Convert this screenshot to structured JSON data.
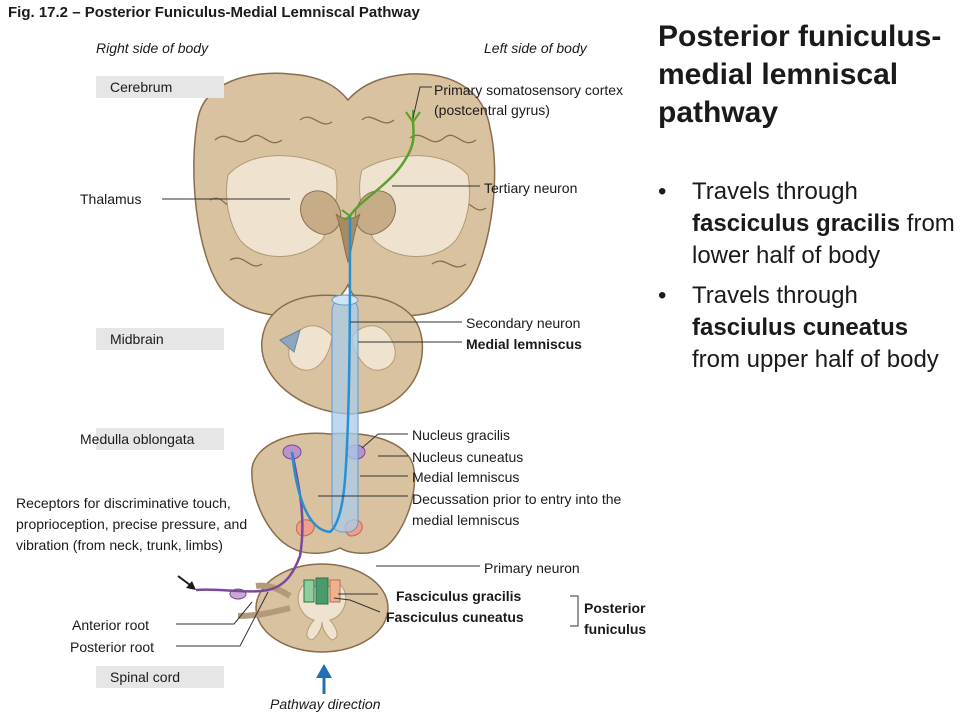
{
  "figure_title": "Fig. 17.2 – Posterior Funiculus-Medial Lemniscal Pathway",
  "side_labels": {
    "right": "Right side of body",
    "left": "Left side of body"
  },
  "regions": {
    "cerebrum": "Cerebrum",
    "midbrain": "Midbrain",
    "medulla": "Medulla oblongata",
    "spinal_cord": "Spinal cord"
  },
  "labels": {
    "thalamus": "Thalamus",
    "somatosensory_cortex": "Primary somatosensory cortex (postcentral gyrus)",
    "tertiary_neuron": "Tertiary neuron",
    "secondary_neuron": "Secondary neuron",
    "medial_lemniscus_midbrain": "Medial lemniscus",
    "nucleus_gracilis": "Nucleus gracilis",
    "nucleus_cuneatus": "Nucleus cuneatus",
    "medial_lemniscus_medulla": "Medial lemniscus",
    "decussation": "Decussation prior to entry into the medial lemniscus",
    "receptors": "Receptors for discriminative touch, proprioception, precise pressure, and vibration (from neck, trunk, limbs)",
    "primary_neuron": "Primary neuron",
    "fasciculus_gracilis": "Fasciculus gracilis",
    "fasciculus_cuneatus": "Fasciculus cuneatus",
    "posterior_funiculus": "Posterior funiculus",
    "anterior_root": "Anterior root",
    "posterior_root": "Posterior root",
    "pathway_direction": "Pathway direction"
  },
  "heading": "Posterior funiculus-medial lemniscal pathway",
  "bullets": [
    {
      "pre": "Travels through ",
      "bold": "fasciculus gracilis",
      "post": " from lower half of body"
    },
    {
      "pre": "Travels through ",
      "bold": "fasciulus cuneatus",
      "post": " from upper half of body"
    }
  ],
  "bullet_symbol": "•",
  "colors": {
    "tissue": "#d9c2a0",
    "gray_matter": "#efe3cf",
    "outline": "#8a6e4c",
    "primary_neuron": "#7a4a9a",
    "secondary_neuron": "#2a8fd0",
    "tertiary_neuron": "#5aa02c",
    "lemniscus_tube": "#a9cbea",
    "arrow": "#1f6fb5"
  }
}
